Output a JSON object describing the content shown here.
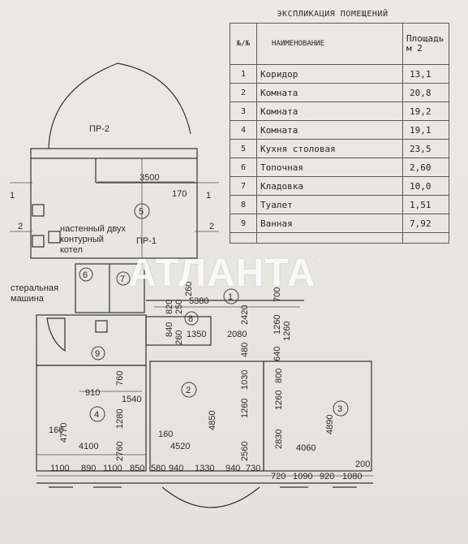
{
  "explication": {
    "title": "ЭКСПЛИКАЦИЯ  ПОМЕЩЕНИЙ",
    "headers": {
      "num": "№/№",
      "name": "НАИМЕНОВАНИЕ",
      "area_line1": "Площадь",
      "area_line2": "м 2"
    },
    "rows": [
      {
        "num": "1",
        "name": "Коридор",
        "area": "13,1"
      },
      {
        "num": "2",
        "name": "Комната",
        "area": "20,8"
      },
      {
        "num": "3",
        "name": "Комната",
        "area": "19,2"
      },
      {
        "num": "4",
        "name": "Комната",
        "area": "19,1"
      },
      {
        "num": "5",
        "name": "Кухня  столовая",
        "area": "23,5"
      },
      {
        "num": "6",
        "name": "Топочная",
        "area": "2,60"
      },
      {
        "num": "7",
        "name": "Кладовка",
        "area": "10,0"
      },
      {
        "num": "8",
        "name": "Туалет",
        "area": "1,51"
      },
      {
        "num": "9",
        "name": "Ванная",
        "area": "7,92"
      }
    ]
  },
  "watermark": {
    "text": "АТЛАНТА",
    "mark": "®"
  },
  "plan": {
    "notes": {
      "pr2": "ПР-2",
      "pr1": "ПР-1",
      "boiler_1": "настенный двух",
      "boiler_2": "контурный",
      "boiler_3": "котел",
      "washer_1": "стеральная",
      "washer_2": "машина"
    },
    "sections": {
      "s1a": "1",
      "s1b": "1",
      "s2a": "2",
      "s2b": "2"
    },
    "rooms": {
      "r1": "1",
      "r2": "2",
      "r3": "3",
      "r4": "4",
      "r5": "5",
      "r6": "6",
      "r7": "7",
      "r8": "8",
      "r9": "9"
    },
    "dims": {
      "d3500": "3500",
      "d170": "170",
      "d5380": "5380",
      "d820": "820",
      "d250": "250",
      "d260a": "260",
      "d700": "700",
      "d2420": "2420",
      "d1260a": "1260",
      "d1260b": "1260",
      "d840": "840",
      "d260b": "260",
      "d1350": "1350",
      "d2080": "2080",
      "d480": "480",
      "d640": "640",
      "d1030": "1030",
      "d800": "800",
      "d760": "760",
      "d910": "910",
      "d1540": "1540",
      "d1280": "1280",
      "d1260c": "1260",
      "d1260d": "1260",
      "d4850": "4850",
      "d4770": "4770",
      "d160a": "160",
      "d2760": "2760",
      "d160b": "160",
      "d4100": "4100",
      "d4520": "4520",
      "d2560": "2560",
      "d2830": "2830",
      "d4890": "4890",
      "d4060": "4060",
      "d200": "200",
      "b1100a": "1100",
      "b890": "890",
      "b1100b": "1100",
      "b850": "850",
      "b580": "580",
      "b940a": "940",
      "b1330": "1330",
      "b940b": "940",
      "b730": "730",
      "b720": "720",
      "b1090": "1090",
      "b920": "920",
      "b1080": "1080"
    }
  }
}
